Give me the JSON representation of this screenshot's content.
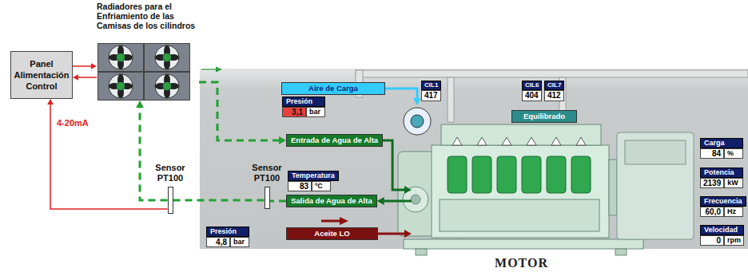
{
  "diagram": {
    "nodes": [
      {
        "text": [
          "Panel Alimentación Control"
        ]
      },
      {
        "text": [
          "Radiadores para el Enfriamiento de las Camisas de los cilindros"
        ]
      },
      {
        "text": [
          "CIL1",
          "417"
        ]
      },
      {
        "text": [
          "CIL6",
          "404"
        ]
      },
      {
        "text": [
          "CIL7",
          "412"
        ]
      },
      {
        "text": [
          "Aire de Carga"
        ]
      },
      {
        "text": [
          "Presión",
          "3,1",
          "bar"
        ]
      },
      {
        "text": [
          "Equilibrado"
        ]
      },
      {
        "text": [
          "Carga",
          "84",
          "%"
        ]
      },
      {
        "text": [
          "Entrada de Agua de Alta"
        ]
      },
      {
        "text": [
          "Potencia",
          "2139",
          "kW"
        ]
      },
      {
        "text": [
          "Sensor PT100"
        ]
      },
      {
        "text": [
          "Sensor PT100"
        ]
      },
      {
        "text": [
          "Temperatura",
          "83",
          "ºC"
        ]
      },
      {
        "text": [
          "Frecuencia",
          "60,0",
          "Hz"
        ]
      },
      {
        "text": [
          "Salida de Agua de Alta"
        ]
      },
      {
        "text": [
          "Presión",
          "4,8",
          "bar"
        ]
      },
      {
        "text": [
          "Aceite LO"
        ]
      },
      {
        "text": [
          "Velocidad",
          "0",
          "rpm"
        ]
      },
      {
        "text": [
          "MOTOR"
        ]
      }
    ],
    "edges": [
      {
        "from": 0,
        "to": 1,
        "arrow": "to"
      },
      {
        "from": 1,
        "to": 0,
        "arrow": "to"
      },
      {
        "from": 11,
        "to": 0,
        "label": "4-20mA",
        "arrow": "to"
      },
      {
        "from": 1,
        "to": 9,
        "arrow": "to"
      },
      {
        "from": 9,
        "to": 19,
        "arrow": "to"
      },
      {
        "from": 19,
        "to": 15,
        "arrow": "to"
      },
      {
        "from": 15,
        "to": 12,
        "arrow": "none"
      },
      {
        "from": 12,
        "to": 11,
        "arrow": "none"
      },
      {
        "from": 11,
        "to": 1,
        "arrow": "to"
      },
      {
        "from": 5,
        "to": 19,
        "arrow": "to"
      },
      {
        "from": 17,
        "to": 19,
        "arrow": "to"
      }
    ]
  }
}
